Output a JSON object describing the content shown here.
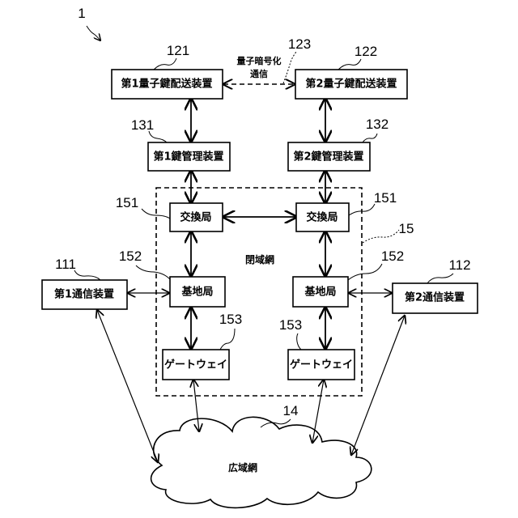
{
  "figure": {
    "system_ref": "1",
    "nodes": {
      "qkd1": {
        "ref": "121",
        "label": "第1量子鍵配送装置"
      },
      "qkd2": {
        "ref": "122",
        "label": "第2量子鍵配送装置"
      },
      "km1": {
        "ref": "131",
        "label": "第1鍵管理装置"
      },
      "km2": {
        "ref": "132",
        "label": "第2鍵管理装置"
      },
      "ex1": {
        "ref": "151",
        "label": "交換局"
      },
      "ex2": {
        "ref": "151",
        "label": "交換局"
      },
      "bs1": {
        "ref": "152",
        "label": "基地局"
      },
      "bs2": {
        "ref": "152",
        "label": "基地局"
      },
      "gw1": {
        "ref": "153",
        "label": "ゲートウェイ"
      },
      "gw2": {
        "ref": "153",
        "label": "ゲートウェイ"
      },
      "comm1": {
        "ref": "111",
        "label": "第1通信装置"
      },
      "comm2": {
        "ref": "112",
        "label": "第2通信装置"
      }
    },
    "quantum_link": {
      "ref": "123",
      "label_line1": "量子暗号化",
      "label_line2": "通信"
    },
    "closed_network": {
      "ref": "15",
      "label": "閉域網"
    },
    "wide_area_network": {
      "ref": "14",
      "label": "広域網"
    }
  }
}
